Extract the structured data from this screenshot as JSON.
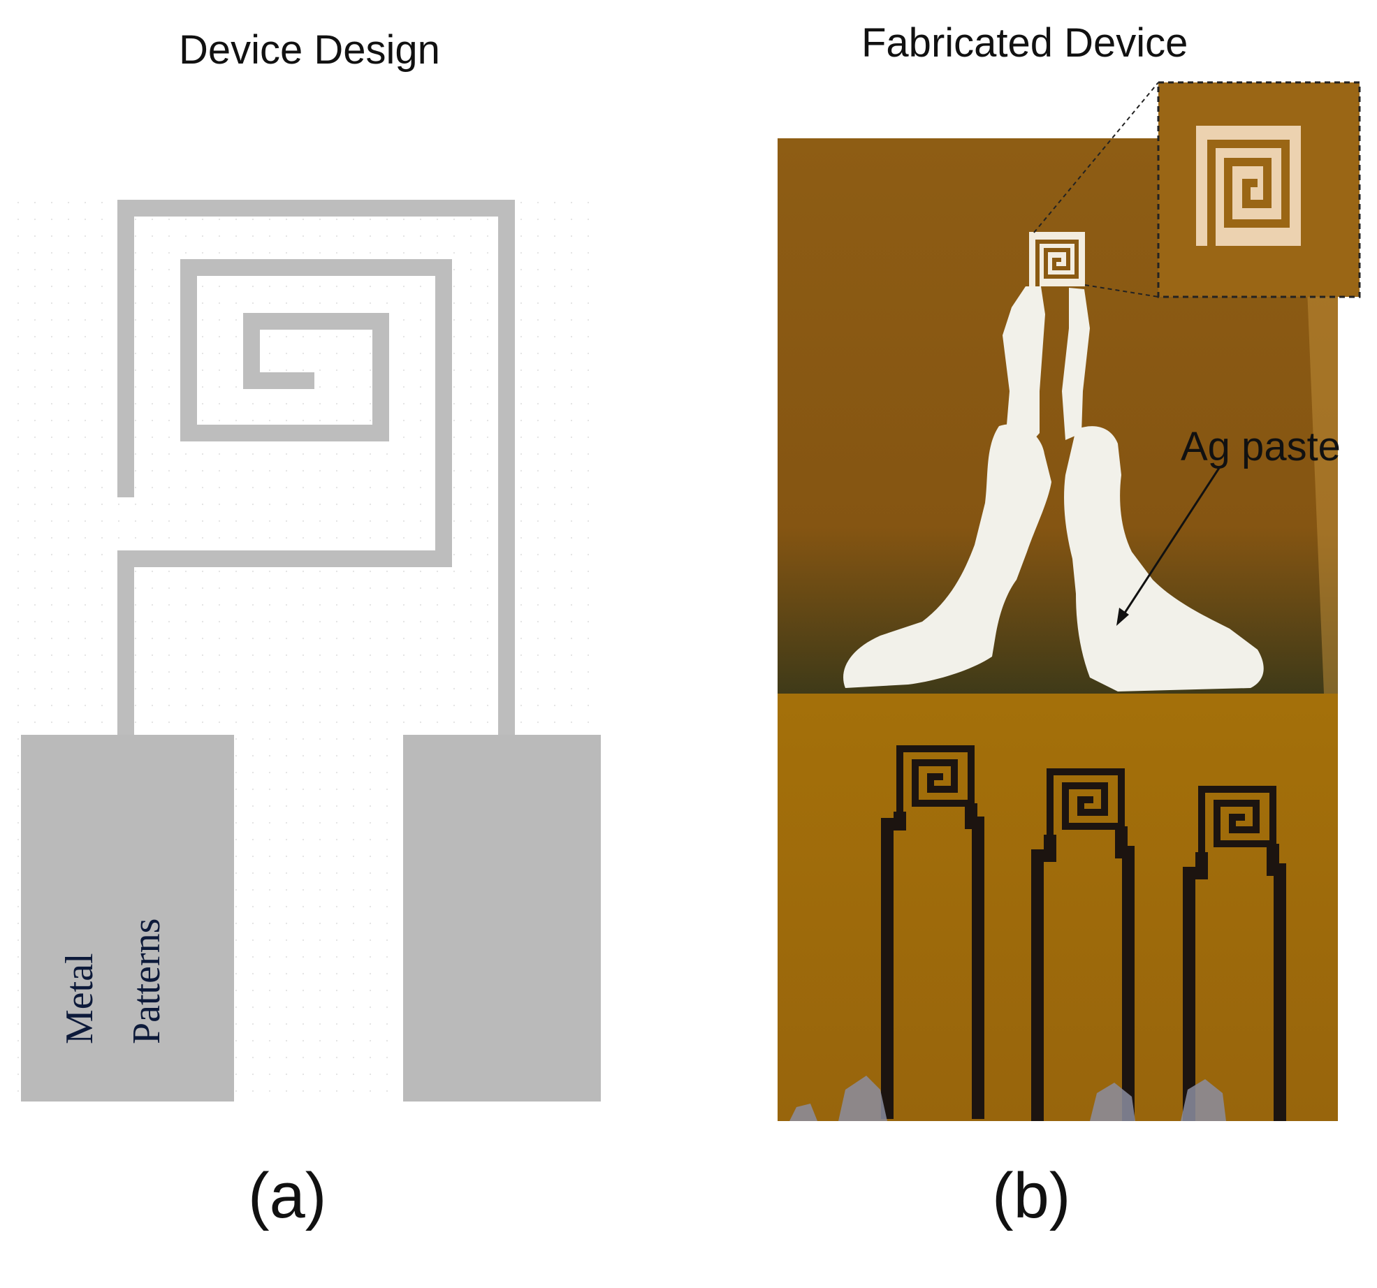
{
  "panel_a": {
    "title": "Device Design",
    "label_metal": "Metal",
    "label_patterns": "Patterns",
    "caption": "(a)",
    "trace_color": "#bdbdbd",
    "pad_color": "#bababa",
    "text_color": "#0d1a3a"
  },
  "panel_b": {
    "title": "Fabricated Device",
    "annotation": "Ag paste",
    "caption": "(b)",
    "substrate_color": "#8a5a12",
    "lower_substrate_color": "#a06c0a",
    "paste_color": "#f2f1ea",
    "pattern_color": "#1c1410"
  }
}
